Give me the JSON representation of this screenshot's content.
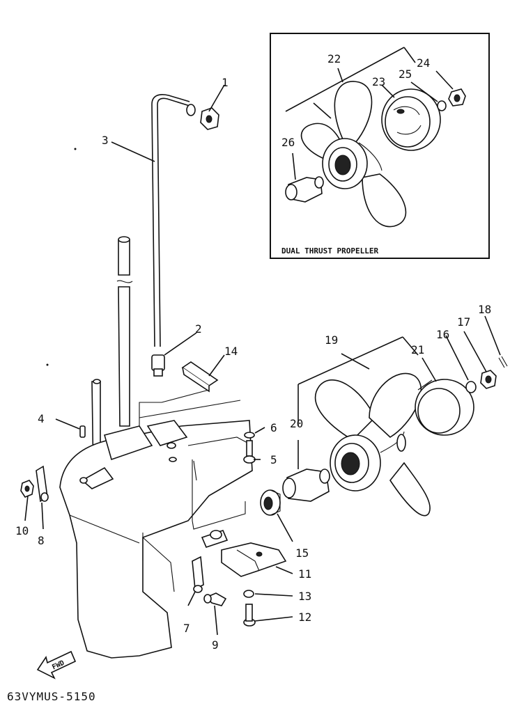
{
  "inset": {
    "title": "DUAL THRUST PROPELLER"
  },
  "catalog_code": "63VYMUS-5150",
  "fwd_label": "FWD",
  "callouts": {
    "c1": "1",
    "c2": "2",
    "c3": "3",
    "c4": "4",
    "c5": "5",
    "c6": "6",
    "c7": "7",
    "c8": "8",
    "c9": "9",
    "c10": "10",
    "c11": "11",
    "c12": "12",
    "c13": "13",
    "c14": "14",
    "c15": "15",
    "c16": "16",
    "c17": "17",
    "c18": "18",
    "c19": "19",
    "c20": "20",
    "c21": "21",
    "c22": "22",
    "c23": "23",
    "c24": "24",
    "c25": "25",
    "c26": "26"
  }
}
